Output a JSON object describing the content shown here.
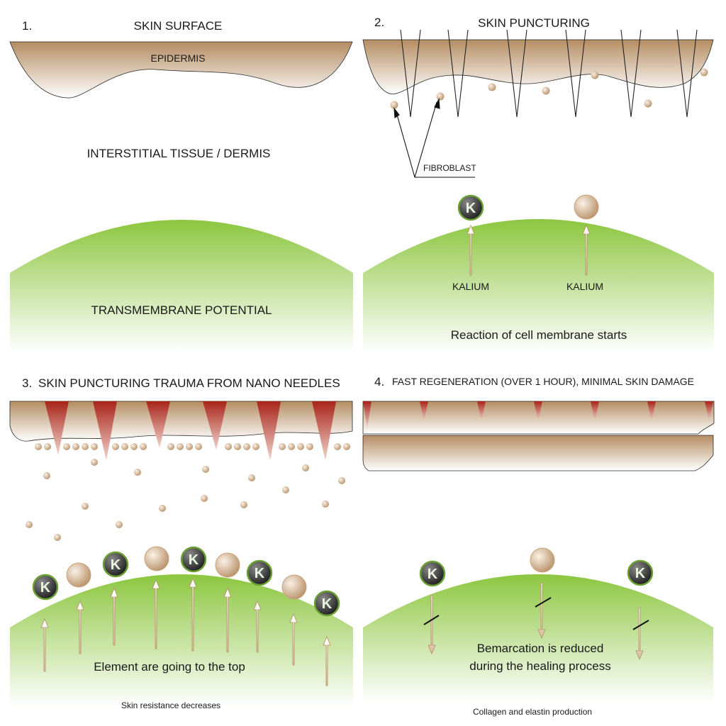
{
  "colors": {
    "skin_top": "#b9936b",
    "skin_bottom": "#ffffff",
    "membrane_top": "#8cc63f",
    "membrane_bottom": "#ffffff",
    "needle_red": "#b52a1f",
    "potassium_ring": "#6aa034",
    "arrow_fill": "#f1e1cf",
    "arrow_stroke": "#b9936b"
  },
  "panel1": {
    "number": "1.",
    "title": "SKIN SURFACE",
    "epidermis_label": "EPIDERMIS",
    "dermis_label": "INTERSTITIAL TISSUE / DERMIS",
    "membrane_label": "TRANSMEMBRANE POTENTIAL"
  },
  "panel2": {
    "number": "2.",
    "title": "SKIN PUNCTURING",
    "fibroblast_label": "FIBROBLAST",
    "kalium_label_1": "KALIUM",
    "kalium_label_2": "KALIUM",
    "membrane_caption": "Reaction of cell membrane starts"
  },
  "panel3": {
    "number": "3.",
    "title": "SKIN PUNCTURING TRAUMA FROM NANO NEEDLES",
    "membrane_caption": "Element are going to the top",
    "footer": "Skin resistance decreases"
  },
  "panel4": {
    "number": "4.",
    "title": "FAST REGENERATION (OVER 1 HOUR), MINIMAL SKIN DAMAGE",
    "caption_line1": "Bemarcation is reduced",
    "caption_line2": "during the healing process",
    "footer": "Collagen and elastin production"
  },
  "potassium_symbol": "K"
}
